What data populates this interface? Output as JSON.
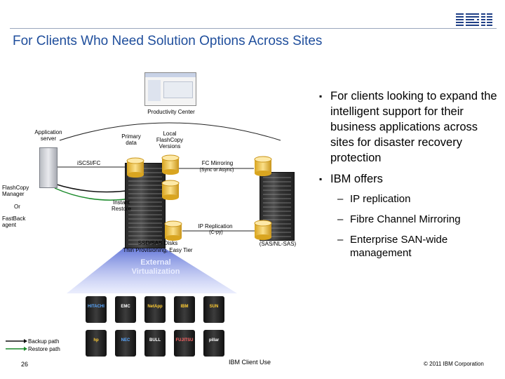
{
  "header": {
    "title": "For Clients Who Need Solution Options Across Sites",
    "logo_text": "IBM"
  },
  "diagram": {
    "productivity_center": "Productivity Center",
    "application_server": "Application server",
    "primary_data": "Primary data",
    "local_flashcopy": "Local FlashCopy Versions",
    "iscsi_fc": "iSCSI/FC",
    "fc_mirroring": "FC Mirroring",
    "sync_async": "(Sync or Async)",
    "flashcopy_manager": "FlashCopy Manager",
    "or": "Or",
    "fastback_agent": "FastBack agent",
    "instant_restore": "Instant Restore",
    "ip_replication": "IP Replication",
    "copy": "(C-py)",
    "ssd_sas": "SSD/SAS Disks",
    "thin_provisioning": "Thin Provisioning, Easy Tier",
    "sas_nlsas": "(SAS/NL-SAS)",
    "external_virtualization_1": "External",
    "external_virtualization_2": "Virtualization",
    "vendors_row1": [
      "HITACHI",
      "EMC",
      "NetApp",
      "IBM",
      "SUN"
    ],
    "vendors_row2": [
      "hp",
      "NEC",
      "BULL",
      "FUJITSU",
      "pillar"
    ],
    "backup_path": "Backup path",
    "restore_path": "Restore path"
  },
  "bullets": [
    {
      "text": "For clients looking to expand the intelligent support for their business applications across sites for disaster recovery protection",
      "subs": []
    },
    {
      "text": "IBM offers",
      "subs": [
        "IP replication",
        "Fibre Channel Mirroring",
        "Enterprise SAN-wide management"
      ]
    }
  ],
  "footer": {
    "page_number": "26",
    "center": "IBM Client Use",
    "copyright": "© 2011 IBM Corporation"
  },
  "colors": {
    "title": "#1f4e9c",
    "virtualization_beam": "#5b6fd6",
    "cylinder": "#f2c94c"
  }
}
